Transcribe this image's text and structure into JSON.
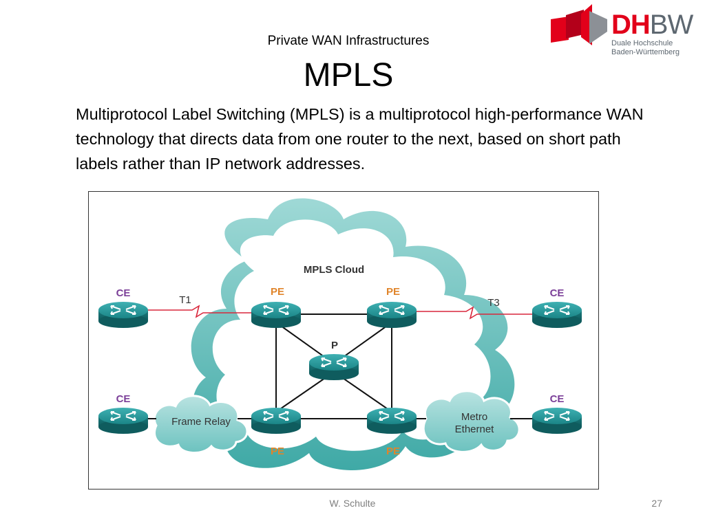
{
  "slide": {
    "subtitle": "Private WAN Infrastructures",
    "title": "MPLS",
    "body": "Multiprotocol Label Switching (MPLS) is a multiprotocol high-performance WAN technology that directs data from one router to the next, based on short path labels rather than IP network addresses.",
    "author": "W. Schulte",
    "page_number": "27"
  },
  "logo": {
    "word_red": "DH",
    "word_grey": "BW",
    "line1": "Duale Hochschule",
    "line2": "Baden-Württemberg",
    "red": "#e2001a",
    "grey": "#5d6770"
  },
  "diagram": {
    "cloud_label": "MPLS Cloud",
    "frame_relay_label": "Frame Relay",
    "metro_line1": "Metro",
    "metro_line2": "Ethernet",
    "t1_label": "T1",
    "t3_label": "T3",
    "ce_tl": "CE",
    "ce_bl": "CE",
    "ce_tr": "CE",
    "ce_br": "CE",
    "pe_tl": "PE",
    "pe_tr": "PE",
    "pe_bl": "PE",
    "pe_br": "PE",
    "p_core": "P",
    "colors": {
      "cloud": "#5bbcb8",
      "router": "#1f8a8c",
      "ce_label": "#7b3f98",
      "pe_label": "#e0852b",
      "serial_link": "#d9263b"
    }
  }
}
